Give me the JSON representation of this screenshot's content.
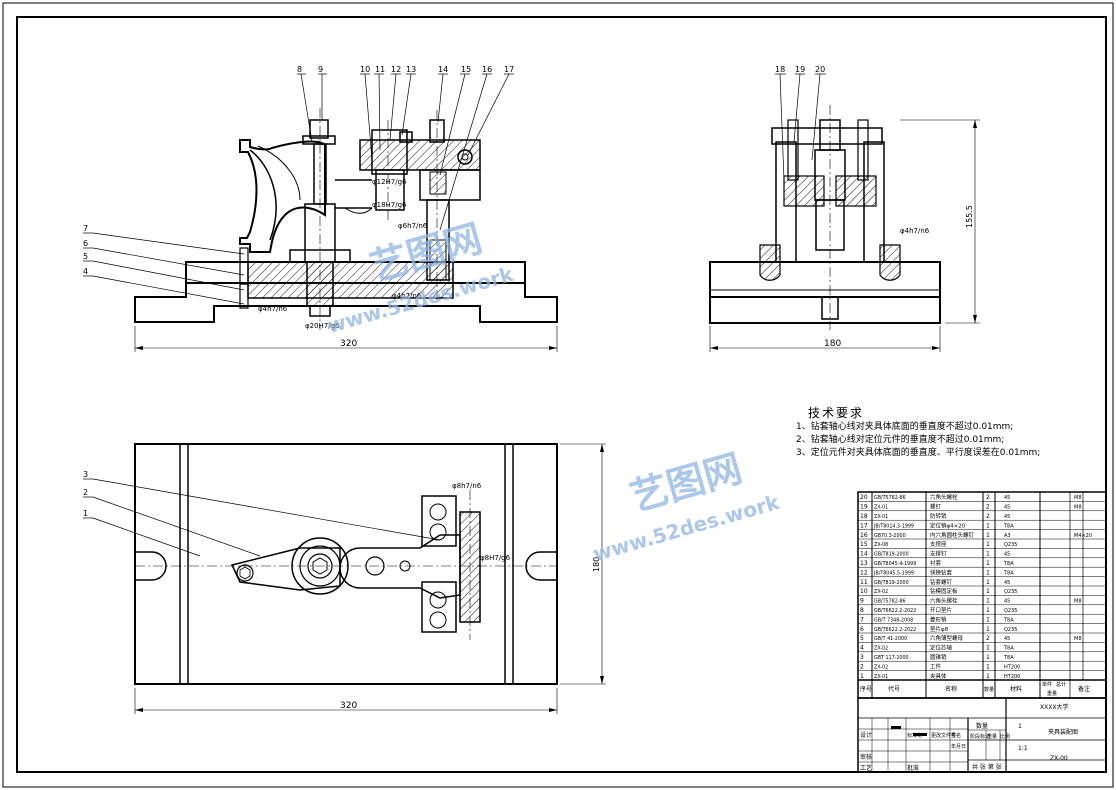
{
  "drawing": {
    "front_view_callouts": [
      "8",
      "9",
      "10",
      "11",
      "12",
      "13",
      "14",
      "15",
      "16",
      "17"
    ],
    "side_view_callouts": [
      "18",
      "19",
      "20"
    ],
    "left_callouts": [
      "7",
      "6",
      "5",
      "4"
    ],
    "plan_callouts": [
      "3",
      "2",
      "1"
    ],
    "fits": {
      "f1": "φ12H7/g6",
      "f2": "φ18H7/g6",
      "f3": "φ6h7/n6",
      "f4": "φ4h7/n6",
      "f5": "φ4h7/n6",
      "f6": "φ20H7/g6",
      "f7": "φ4h7/n6",
      "f8": "φ8h7/n6",
      "f9": "φ8H7/g6"
    },
    "dims": {
      "front_width": "320",
      "side_width": "180",
      "side_height": "155.5",
      "plan_width": "320",
      "plan_height": "180"
    }
  },
  "tech_requirements": {
    "title": "技术要求",
    "lines": [
      "1、钻套轴心线对夹具体底面的垂直度不超过0.01mm;",
      "2、钻套轴心线对定位元件的垂直度不超过0.01mm;",
      "3、定位元件对夹具体底面的垂直度、平行度误差在0.01mm;"
    ]
  },
  "bom": {
    "rows": [
      {
        "no": "20",
        "code": "GB/T5782-86",
        "name": "六角头螺栓",
        "qty": "2",
        "mat": "45",
        "note": "M8"
      },
      {
        "no": "19",
        "code": "ZX-01",
        "name": "螺钉",
        "qty": "2",
        "mat": "45",
        "note": "M8"
      },
      {
        "no": "18",
        "code": "ZX-01",
        "name": "防转销",
        "qty": "2",
        "mat": "45",
        "note": ""
      },
      {
        "no": "17",
        "code": "JB/T8014.3-1999",
        "name": "定位销φ4×20",
        "qty": "1",
        "mat": "T8A",
        "note": ""
      },
      {
        "no": "16",
        "code": "GB70.3-2000",
        "name": "内六角圆柱头螺钉",
        "qty": "1",
        "mat": "A3",
        "note": "M4×20"
      },
      {
        "no": "15",
        "code": "ZX-08",
        "name": "支撑座",
        "qty": "1",
        "mat": "Q235",
        "note": ""
      },
      {
        "no": "14",
        "code": "GB/T819-2000",
        "name": "支撑钉",
        "qty": "1",
        "mat": "45",
        "note": ""
      },
      {
        "no": "13",
        "code": "GB/T8045.4-1999",
        "name": "衬套",
        "qty": "1",
        "mat": "T8A",
        "note": ""
      },
      {
        "no": "12",
        "code": "JB/T8045.5-1999",
        "name": "快换钻套",
        "qty": "1",
        "mat": "T8A",
        "note": ""
      },
      {
        "no": "11",
        "code": "GB/T819-2000",
        "name": "钻套螺钉",
        "qty": "1",
        "mat": "45",
        "note": ""
      },
      {
        "no": "10",
        "code": "ZX-02",
        "name": "钻模固定板",
        "qty": "1",
        "mat": "Q235",
        "note": ""
      },
      {
        "no": "9",
        "code": "GB/T5782-86",
        "name": "六角头螺栓",
        "qty": "1",
        "mat": "45",
        "note": "M8"
      },
      {
        "no": "8",
        "code": "GB/T6622.2-2022",
        "name": "开口垫片",
        "qty": "1",
        "mat": "Q235",
        "note": ""
      },
      {
        "no": "7",
        "code": "GB/T 7348-2008",
        "name": "菱形销",
        "qty": "1",
        "mat": "T8A",
        "note": ""
      },
      {
        "no": "6",
        "code": "GB/T6622.2-2022",
        "name": "垫片φ8",
        "qty": "1",
        "mat": "Q235",
        "note": ""
      },
      {
        "no": "5",
        "code": "GB/T 41-2000",
        "name": "六角薄型螺母",
        "qty": "2",
        "mat": "45",
        "note": "M8"
      },
      {
        "no": "4",
        "code": "ZX-02",
        "name": "定位芯轴",
        "qty": "1",
        "mat": "T8A",
        "note": ""
      },
      {
        "no": "3",
        "code": "GBT 117-2000",
        "name": "圆锥销",
        "qty": "1",
        "mat": "T8A",
        "note": ""
      },
      {
        "no": "2",
        "code": "ZX-02",
        "name": "工件",
        "qty": "1",
        "mat": "HT200",
        "note": ""
      },
      {
        "no": "1",
        "code": "ZX-01",
        "name": "夹具体",
        "qty": "1",
        "mat": "HT200",
        "note": ""
      }
    ],
    "header": {
      "no": "序号",
      "code": "代号",
      "name": "名称",
      "qty": "数量",
      "mat": "材料",
      "unit": "单件",
      "total": "总计",
      "weight": "重量",
      "note": "备注"
    }
  },
  "title_block": {
    "school": "XXXX大学",
    "drawing_name": "夹具装配图",
    "drawing_no": "ZX-00",
    "qty_label": "数量",
    "qty": "1",
    "stage_label": "阶段标记",
    "weight_label": "重量",
    "scale_label": "比例",
    "scale": "1:1",
    "sheet_total": "共 张 第 张",
    "designer_label": "设计",
    "std_label": "标准化",
    "review_label": "审核",
    "approve_label": "批准",
    "process_label": "工艺",
    "change_label": "更改文件号",
    "sign_label": "签名",
    "date_label": "年月日"
  },
  "watermark": {
    "cn": "艺图网",
    "en": "www.52des.work"
  }
}
